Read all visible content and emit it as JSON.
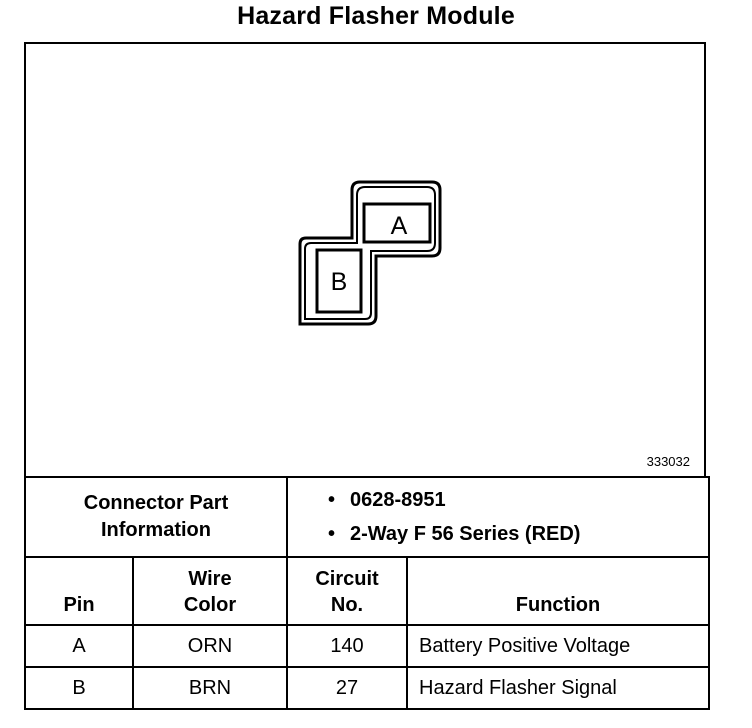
{
  "title": "Hazard Flasher Module",
  "diagram": {
    "drawing_id": "333032",
    "cavities": [
      "A",
      "B"
    ]
  },
  "connector_info": {
    "label": [
      "Connector Part",
      "Information"
    ],
    "items": [
      "0628-8951",
      "2-Way F 56 Series (RED)"
    ]
  },
  "table": {
    "headers": {
      "pin": "Pin",
      "wire_color": [
        "Wire",
        "Color"
      ],
      "circuit": [
        "Circuit",
        "No."
      ],
      "function": "Function"
    },
    "rows": [
      {
        "pin": "A",
        "color": "ORN",
        "circuit": "140",
        "function": "Battery Positive Voltage"
      },
      {
        "pin": "B",
        "color": "BRN",
        "circuit": "27",
        "function": "Hazard Flasher Signal"
      }
    ]
  }
}
